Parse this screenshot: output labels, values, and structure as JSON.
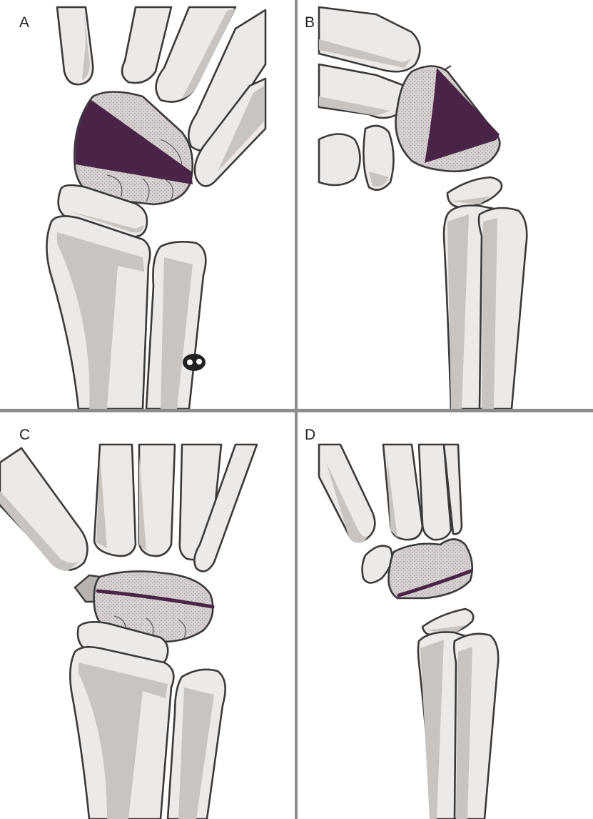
{
  "colors": {
    "background": "#ffffff",
    "divider": "#8c8c8c",
    "bone_fill": "#ece9e6",
    "bone_shade": "#c9c4c0",
    "bone_outline": "#3a3a3a",
    "fracture_fill": "#4a2447",
    "dotted_fill": "#d8d2d2"
  },
  "panels": [
    {
      "label": "A"
    },
    {
      "label": "B"
    },
    {
      "label": "C"
    },
    {
      "label": "D"
    }
  ],
  "icons": {
    "panel_a_mark": "small-logo-mark"
  }
}
